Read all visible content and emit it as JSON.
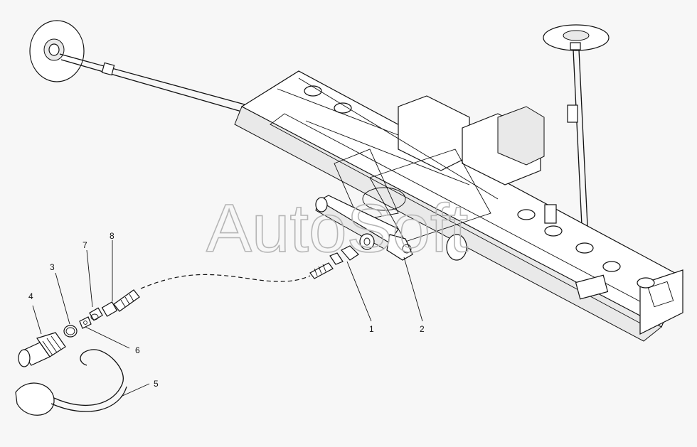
{
  "watermark": "AutoSoft",
  "callouts": [
    {
      "id": "1",
      "text": "1"
    },
    {
      "id": "2",
      "text": "2"
    },
    {
      "id": "3",
      "text": "3"
    },
    {
      "id": "4",
      "text": "4"
    },
    {
      "id": "5",
      "text": "5"
    },
    {
      "id": "6",
      "text": "6"
    },
    {
      "id": "7",
      "text": "7"
    },
    {
      "id": "8",
      "text": "8"
    }
  ]
}
